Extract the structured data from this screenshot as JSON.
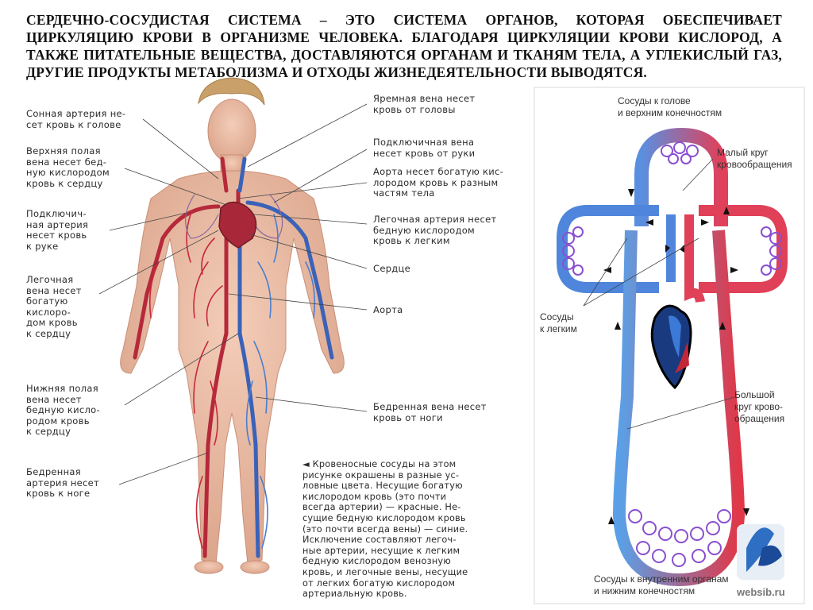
{
  "heading": "СЕРДЕЧНО-СОСУДИСТАЯ СИСТЕМА – ЭТО СИСТЕМА ОРГАНОВ, КОТОРАЯ ОБЕСПЕЧИВАЕТ ЦИРКУЛЯЦИЮ КРОВИ В ОРГАНИЗМЕ ЧЕЛОВЕКА. БЛАГОДАРЯ ЦИРКУЛЯЦИИ КРОВИ КИСЛОРОД, А ТАКЖЕ ПИТАТЕЛЬНЫЕ ВЕЩЕСТВА, ДОСТАВЛЯЮТСЯ ОРГАНАМ И ТКАНЯМ ТЕЛА, А УГЛЕКИСЛЫЙ ГАЗ, ДРУГИЕ ПРОДУКТЫ МЕТАБОЛИЗМА И ОТХОДЫ ЖИЗНЕДЕЯТЕЛЬНОСТИ ВЫВОДЯТСЯ.",
  "left_labels": {
    "carotid": "Сонная артерия не-\nсет кровь к голове",
    "superior_vena_cava": "Верхняя полая\nвена несет бед-\nную кислородом\nкровь к сердцу",
    "subclavian_artery": "Подключич-\nная артерия\nнесет кровь\nк руке",
    "pulmonary_vein": "Легочная\nвена несет\nбогатую\nкислоро-\nдом кровь\nк сердцу",
    "inferior_vena_cava": "Нижняя полая\nвена несет\nбедную кисло-\nродом кровь\nк сердцу",
    "femoral_artery": "Бедренная\nартерия несет\nкровь к ноге"
  },
  "right_labels": {
    "jugular": "Яремная вена несет\nкровь от головы",
    "subclavian_vein": "Подключичная вена\nнесет кровь от руки",
    "aorta_rich": "Аорта несет богатую кис-\nлородом кровь к разным\nчастям тела",
    "pulmonary_artery": "Легочная артерия несет\nбедную кислородом\nкровь к легким",
    "heart": "Сердце",
    "aorta": "Аорта",
    "femoral_vein": "Бедренная вена несет\nкровь от ноги"
  },
  "note": "◄ Кровеносные сосуды на этом\nрисунке окрашены в разные ус-\nловные цвета. Несущие богатую\nкислородом кровь (это почти\nвсегда артерии) — красные. Не-\nсущие бедную кислородом кровь\n(это почти всегда вены) — синие.\nИсключение составляют легоч-\nные артерии, несущие к легким\nбедную кислородом венозную\nкровь, и легочные вены, несущие\nот легких богатую кислородом\nартериальную кровь.",
  "scheme": {
    "head_vessels": "Сосуды к голове\nи верхним конечностям",
    "small_circle": "Малый круг\nкровообращения",
    "lung_vessels": "Сосуды\nк легким",
    "big_circle": "Большой\nкруг крово-\nобращения",
    "organ_vessels": "Сосуды к внутренним органам\nи нижним конечностям"
  },
  "watermark": "websib.ru",
  "colors": {
    "artery": "#c8283c",
    "vein": "#3a6fc4",
    "capillary": "#8a4fd0",
    "skin": "#e9b8a0"
  }
}
